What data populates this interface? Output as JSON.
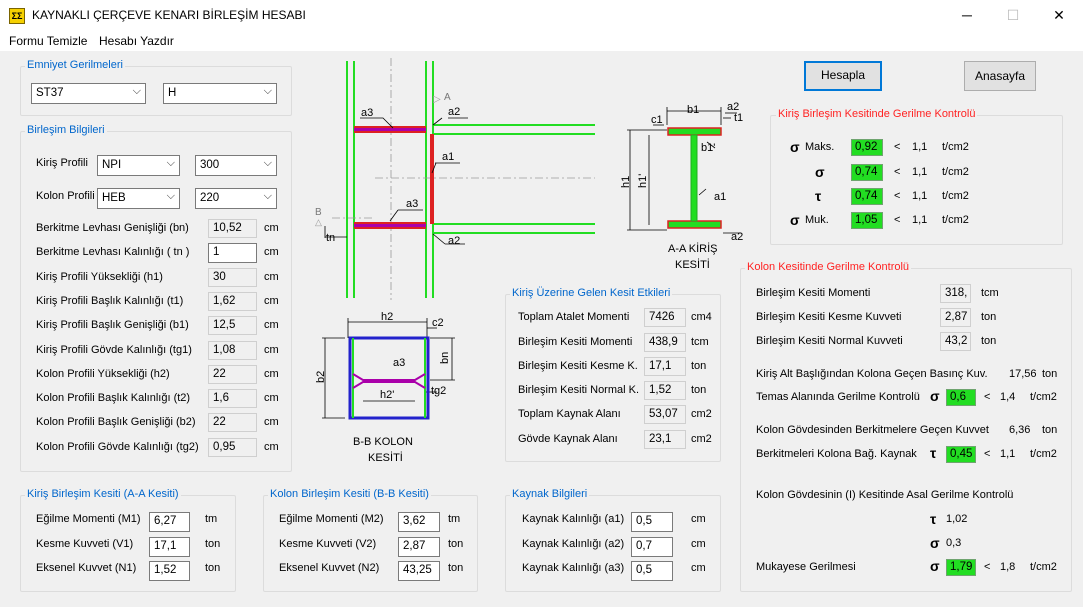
{
  "window": {
    "title": "KAYNAKLI ÇERÇEVE KENARI BİRLEŞİM HESABI",
    "icon_name": "app-icon",
    "minimize": "─",
    "maximize": "☐",
    "close": "✕"
  },
  "menu": {
    "item1": "Formu Temizle",
    "item2": "Hesabı Yazdır"
  },
  "buttons": {
    "calculate": "Hesapla",
    "home": "Anasayfa"
  },
  "emniyet": {
    "title": "Emniyet Gerilmeleri",
    "steel": "ST37",
    "load_case": "H"
  },
  "birlesim": {
    "title": "Birleşim Bilgileri",
    "kiris_label": "Kiriş Profili",
    "kiris_type": "NPI",
    "kiris_size": "300",
    "kolon_label": "Kolon Profili",
    "kolon_type": "HEB",
    "kolon_size": "220",
    "rows": [
      {
        "label": "Berkitme Levhası Genişliği (bn)",
        "value": "10,52",
        "unit": "cm"
      },
      {
        "label": "Berkitme Levhası Kalınlığı ( tn )",
        "value": "1",
        "unit": "cm"
      },
      {
        "label": "Kiriş Profili Yüksekliği (h1)",
        "value": "30",
        "unit": "cm"
      },
      {
        "label": "Kiriş Profili Başlık Kalınlığı (t1)",
        "value": "1,62",
        "unit": "cm"
      },
      {
        "label": "Kiriş Profili Başlık Genişliği (b1)",
        "value": "12,5",
        "unit": "cm"
      },
      {
        "label": "Kiriş Profili Gövde Kalınlığı (tg1)",
        "value": "1,08",
        "unit": "cm"
      },
      {
        "label": "Kolon Profili Yüksekliği (h2)",
        "value": "22",
        "unit": "cm"
      },
      {
        "label": "Kolon Profili Başlık Kalınlığı (t2)",
        "value": "1,6",
        "unit": "cm"
      },
      {
        "label": "Kolon Profili Başlık Genişliği (b2)",
        "value": "22",
        "unit": "cm"
      },
      {
        "label": "Kolon Profili Gövde Kalınlığı (tg2)",
        "value": "0,95",
        "unit": "cm"
      }
    ]
  },
  "kiris_kesit": {
    "title": "Kiriş Birleşim Kesiti (A-A Kesiti)",
    "rows": [
      {
        "label": "Eğilme Momenti (M1)",
        "value": "6,27",
        "unit": "tm"
      },
      {
        "label": "Kesme Kuvveti  (V1)",
        "value": "17,1",
        "unit": "ton"
      },
      {
        "label": "Eksenel Kuvvet (N1)",
        "value": "1,52",
        "unit": "ton"
      }
    ]
  },
  "kolon_kesit": {
    "title": "Kolon Birleşim Kesiti (B-B Kesiti)",
    "rows": [
      {
        "label": "Eğilme Momenti (M2)",
        "value": "3,62",
        "unit": "tm"
      },
      {
        "label": "Kesme Kuvveti  (V2)",
        "value": "2,87",
        "unit": "ton"
      },
      {
        "label": "Eksenel Kuvvet (N2)",
        "value": "43,25",
        "unit": "ton"
      }
    ]
  },
  "kaynak": {
    "title": "Kaynak Bilgileri",
    "rows": [
      {
        "label": "Kaynak Kalınlığı (a1)",
        "value": "0,5",
        "unit": "cm"
      },
      {
        "label": "Kaynak Kalınlığı (a2)",
        "value": "0,7",
        "unit": "cm"
      },
      {
        "label": "Kaynak Kalınlığı (a3)",
        "value": "0,5",
        "unit": "cm"
      }
    ]
  },
  "kesit_etkileri": {
    "title": "Kiriş Üzerine Gelen Kesit Etkileri",
    "rows": [
      {
        "label": "Toplam Atalet Momenti",
        "value": "7426",
        "unit": "cm4"
      },
      {
        "label": "Birleşim Kesiti Momenti",
        "value": "438,9",
        "unit": "tcm"
      },
      {
        "label": "Birleşim Kesiti Kesme K.",
        "value": "17,1",
        "unit": "ton"
      },
      {
        "label": "Birleşim Kesiti Normal K.",
        "value": "1,52",
        "unit": "ton"
      },
      {
        "label": "Toplam Kaynak Alanı",
        "value": "53,07",
        "unit": "cm2"
      },
      {
        "label": "Gövde Kaynak Alanı",
        "value": "23,1",
        "unit": "cm2"
      }
    ]
  },
  "gerilme_kontrol": {
    "title": "Kiriş Birleşim Kesitinde Gerilme Kontrolü",
    "rows": [
      {
        "sym": "σ",
        "label": "Maks.",
        "value": "0,92",
        "op": "<",
        "limit": "1,1",
        "unit": "t/cm2"
      },
      {
        "sym": "σ",
        "label": "",
        "value": "0,74",
        "op": "<",
        "limit": "1,1",
        "unit": "t/cm2"
      },
      {
        "sym": "τ",
        "label": "",
        "value": "0,74",
        "op": "<",
        "limit": "1,1",
        "unit": "t/cm2"
      },
      {
        "sym": "σ",
        "label": "Muk.",
        "value": "1,05",
        "op": "<",
        "limit": "1,1",
        "unit": "t/cm2"
      }
    ]
  },
  "kolon_kontrol": {
    "title": "Kolon Kesitinde Gerilme Kontrolü",
    "rows": [
      {
        "label": "Birleşim Kesiti Momenti",
        "value": "318,",
        "unit": "tcm"
      },
      {
        "label": "Birleşim Kesiti Kesme Kuvveti",
        "value": "2,87",
        "unit": "ton"
      },
      {
        "label": "Birleşim Kesiti Normal Kuvveti",
        "value": "43,2",
        "unit": "ton"
      }
    ],
    "basinc_label": "Kiriş Alt Başlığından Kolona Geçen Basınç Kuv.",
    "basinc_value": "17,56",
    "basinc_unit": "ton",
    "temas_label": "Temas Alanında Gerilme Kontrolü",
    "temas_sym": "σ",
    "temas_value": "0,6",
    "temas_op": "<",
    "temas_limit": "1,4",
    "temas_unit": "t/cm2",
    "govde_label": "Kolon Gövdesinden Berkitmelere Geçen Kuvvet",
    "govde_value": "6,36",
    "govde_unit": "ton",
    "berk_label": "Berkitmeleri Kolona Bağ. Kaynak",
    "berk_sym": "τ",
    "berk_value": "0,45",
    "berk_op": "<",
    "berk_limit": "1,1",
    "berk_unit": "t/cm2",
    "asal_label": "Kolon Gövdesinin (I) Kesitinde Asal Gerilme Kontrolü",
    "asal_tau_sym": "τ",
    "asal_tau": "1,02",
    "asal_sig_sym": "σ",
    "asal_sig": "0,3",
    "muk_label": "Mukayese Gerilmesi",
    "muk_sym": "σ",
    "muk_value": "1,79",
    "muk_op": "<",
    "muk_limit": "1,8",
    "muk_unit": "t/cm2"
  },
  "diagrams": {
    "elev": {
      "a3_top": "a3",
      "a2_top": "a2",
      "A": "A",
      "a1": "a1",
      "B": "B",
      "a3_bot": "a3",
      "tn": "tn",
      "a2_bot": "a2"
    },
    "aa": {
      "b1": "b1",
      "a2_top": "a2",
      "c1": "c1",
      "t1": "t1",
      "b1p": "b1'",
      "h1": "h1",
      "h1p": "h1'",
      "a1": "a1",
      "a2_bot": "a2",
      "caption1": "A-A KİRİŞ",
      "caption2": "KESİTİ"
    },
    "bb": {
      "h2": "h2",
      "c2": "c2",
      "b2": "b2",
      "bn": "bn",
      "a3": "a3",
      "h2p": "h2'",
      "tg2": "tg2",
      "caption1": "B-B KOLON",
      "caption2": "KESİTİ"
    }
  },
  "colors": {
    "green_ok": "#22dd22",
    "group_title": "#0066cc",
    "red_title": "#ff2222",
    "profile_green": "#22dd22",
    "weld_red": "#dd2222",
    "plate_purple": "#aa00aa",
    "bb_blue": "#2222cc"
  }
}
